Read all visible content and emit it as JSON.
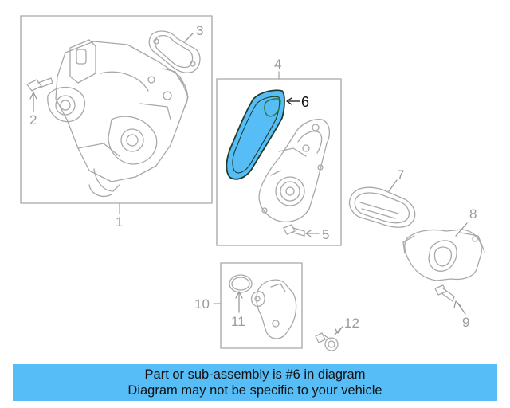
{
  "callouts": {
    "c1": "1",
    "c2": "2",
    "c3": "3",
    "c4": "4",
    "c5": "5",
    "c6": "6",
    "c7": "7",
    "c8": "8",
    "c9": "9",
    "c10": "10",
    "c11": "11",
    "c12": "12"
  },
  "highlighted_part": "6",
  "colors": {
    "highlight": "#56bdf6",
    "line": "#a8a8a8",
    "highlight_outline": "#1f5a3a"
  },
  "banner": {
    "line1": "Part or sub-assembly is #6 in diagram",
    "line2": "Diagram may not be specific to your vehicle"
  }
}
